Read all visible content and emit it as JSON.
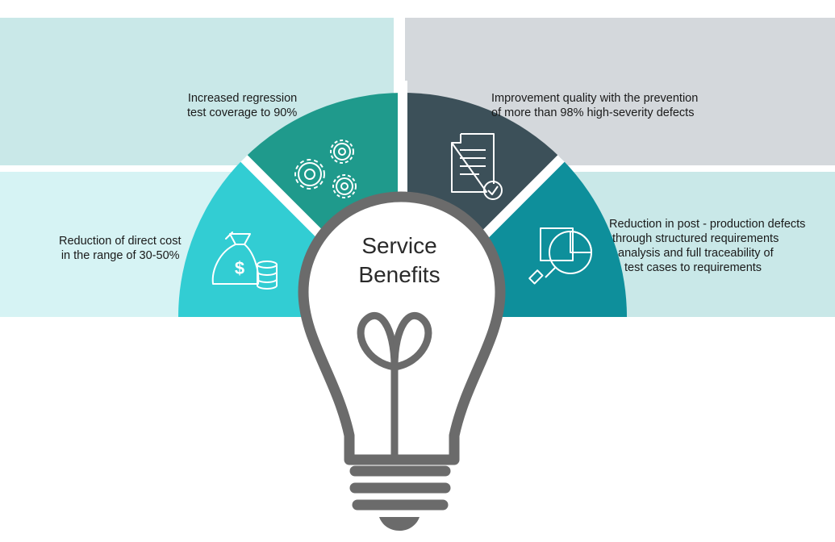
{
  "title": [
    "Service",
    "Benefits"
  ],
  "colors": {
    "panel_top_left": "#c9e8e8",
    "panel_top_right": "#d4d8dc",
    "panel_bottom_left": "#d6f3f4",
    "panel_bottom_right": "#c9e8e8",
    "segment_1": "#32cdd3",
    "segment_2": "#1f9a8c",
    "segment_3": "#3c5059",
    "segment_4": "#0e8f9b",
    "bulb_outline": "#6b6b6b"
  },
  "benefits": [
    {
      "id": "cost",
      "icon": "money-bag-icon",
      "lines": [
        "Reduction of direct cost",
        "in the range of 30-50%"
      ]
    },
    {
      "id": "coverage",
      "icon": "gears-icon",
      "lines": [
        "Increased regression",
        "test coverage to 90%"
      ]
    },
    {
      "id": "quality",
      "icon": "document-check-icon",
      "lines": [
        "Improvement quality with the prevention",
        "of more than 98% high-severity defects"
      ]
    },
    {
      "id": "defects",
      "icon": "magnifier-chart-icon",
      "lines": [
        "Reduction in post - production defects",
        "through structured requirements",
        "analysis and full traceability of",
        "test cases to requirements"
      ]
    }
  ]
}
